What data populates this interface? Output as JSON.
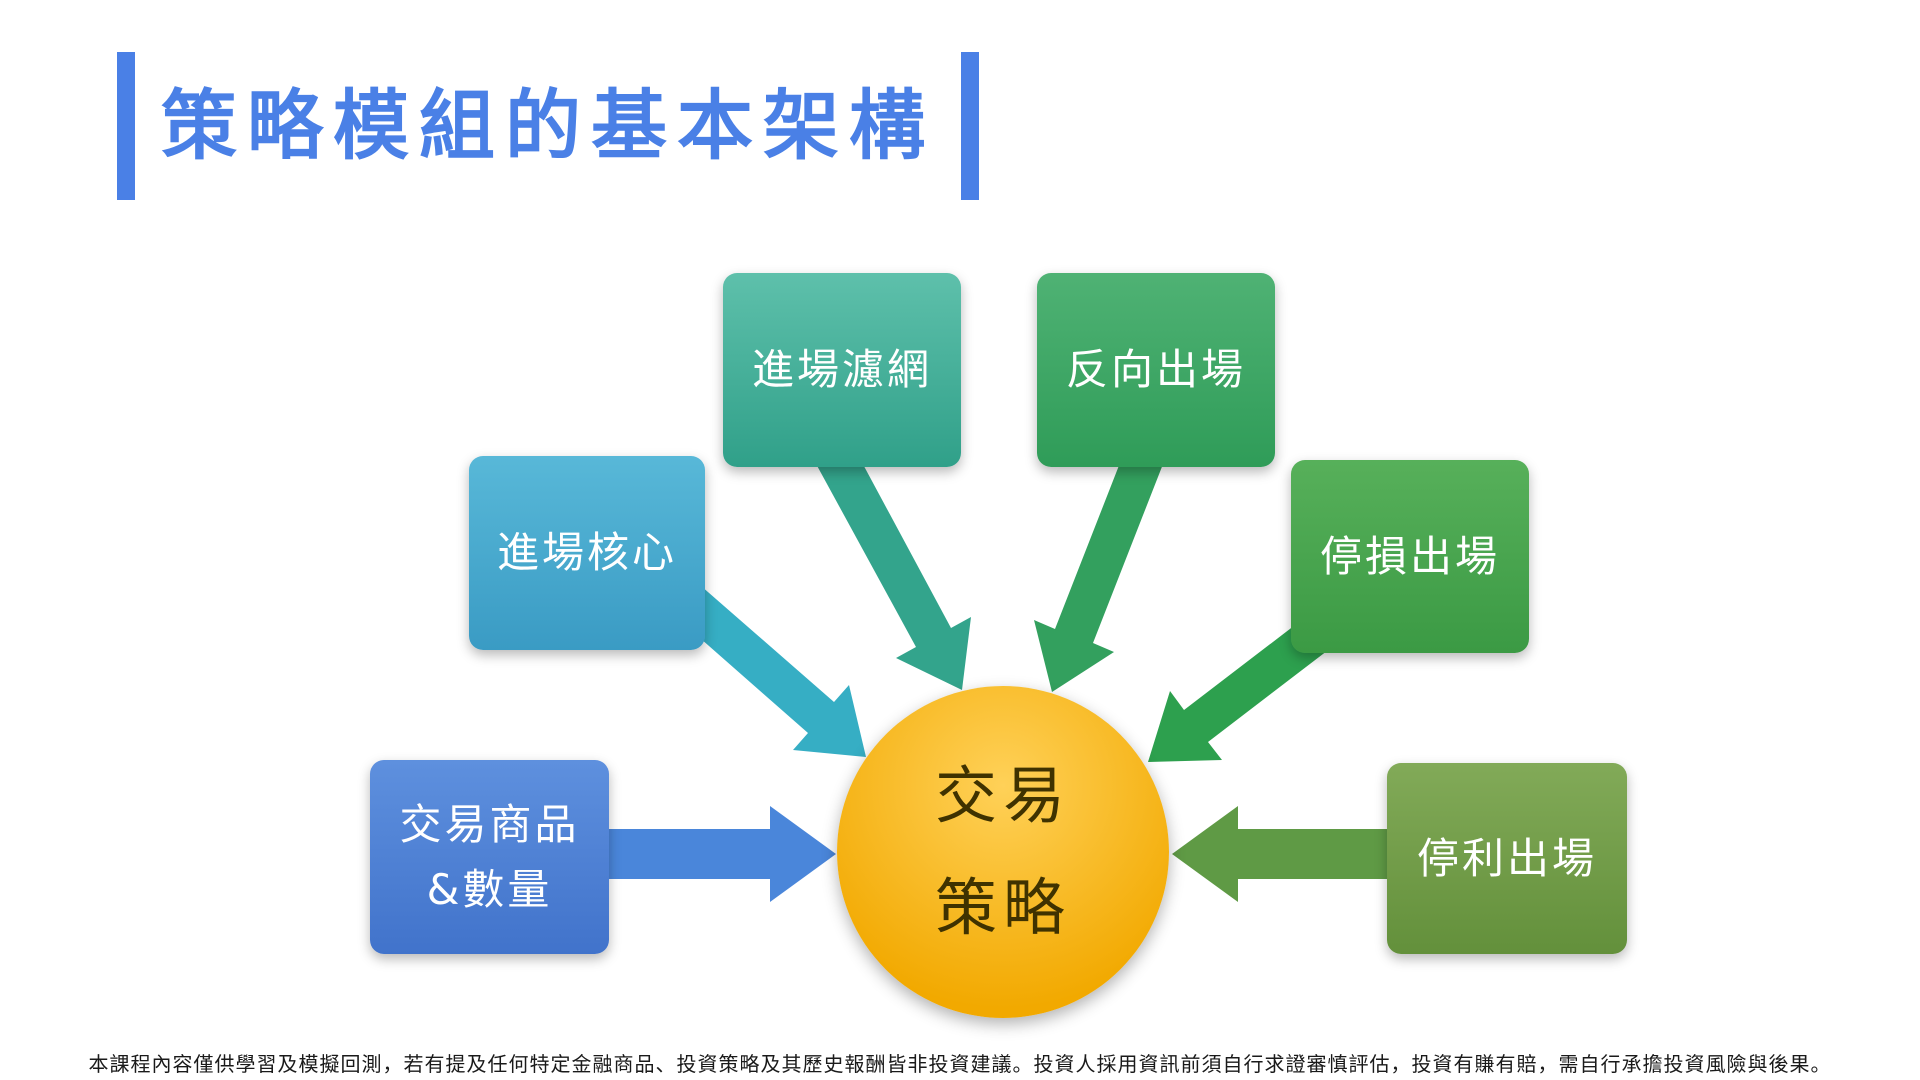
{
  "slide": {
    "title": "策略模組的基本架構",
    "title_color": "#4a80e6",
    "disclaimer": "本課程內容僅供學習及模擬回測，若有提及任何特定金融商品、投資策略及其歷史報酬皆非投資建議。投資人採用資訊前須自行求證審慎評估，投資有賺有賠，需自行承擔投資風險與後果。"
  },
  "diagram": {
    "center": {
      "label_line1": "交易",
      "label_line2": "策略",
      "color_top": "#ffd158",
      "color_bottom": "#f2a900",
      "text_color": "#3f3200"
    },
    "nodes": [
      {
        "id": "entry-filter",
        "label": "進場濾網",
        "color_top": "#5ec0ab",
        "color_bottom": "#30a089",
        "arrow_color": "#33a48c"
      },
      {
        "id": "reverse-exit",
        "label": "反向出場",
        "color_top": "#4fb274",
        "color_bottom": "#2f9c58",
        "arrow_color": "#33a05e"
      },
      {
        "id": "entry-core",
        "label": "進場核心",
        "color_top": "#58b8d8",
        "color_bottom": "#3a9bc4",
        "arrow_color": "#36aec4"
      },
      {
        "id": "stoploss-exit",
        "label": "停損出場",
        "color_top": "#57b05a",
        "color_bottom": "#3b9a44",
        "arrow_color": "#2da04e"
      },
      {
        "id": "product-qty",
        "label": "交易商品",
        "label2": "&數量",
        "color_top": "#5e90de",
        "color_bottom": "#4173cb",
        "arrow_color": "#4a86da"
      },
      {
        "id": "takeprofit-exit",
        "label": "停利出場",
        "color_top": "#82aa58",
        "color_bottom": "#63903b",
        "arrow_color": "#5f9a45"
      }
    ]
  }
}
